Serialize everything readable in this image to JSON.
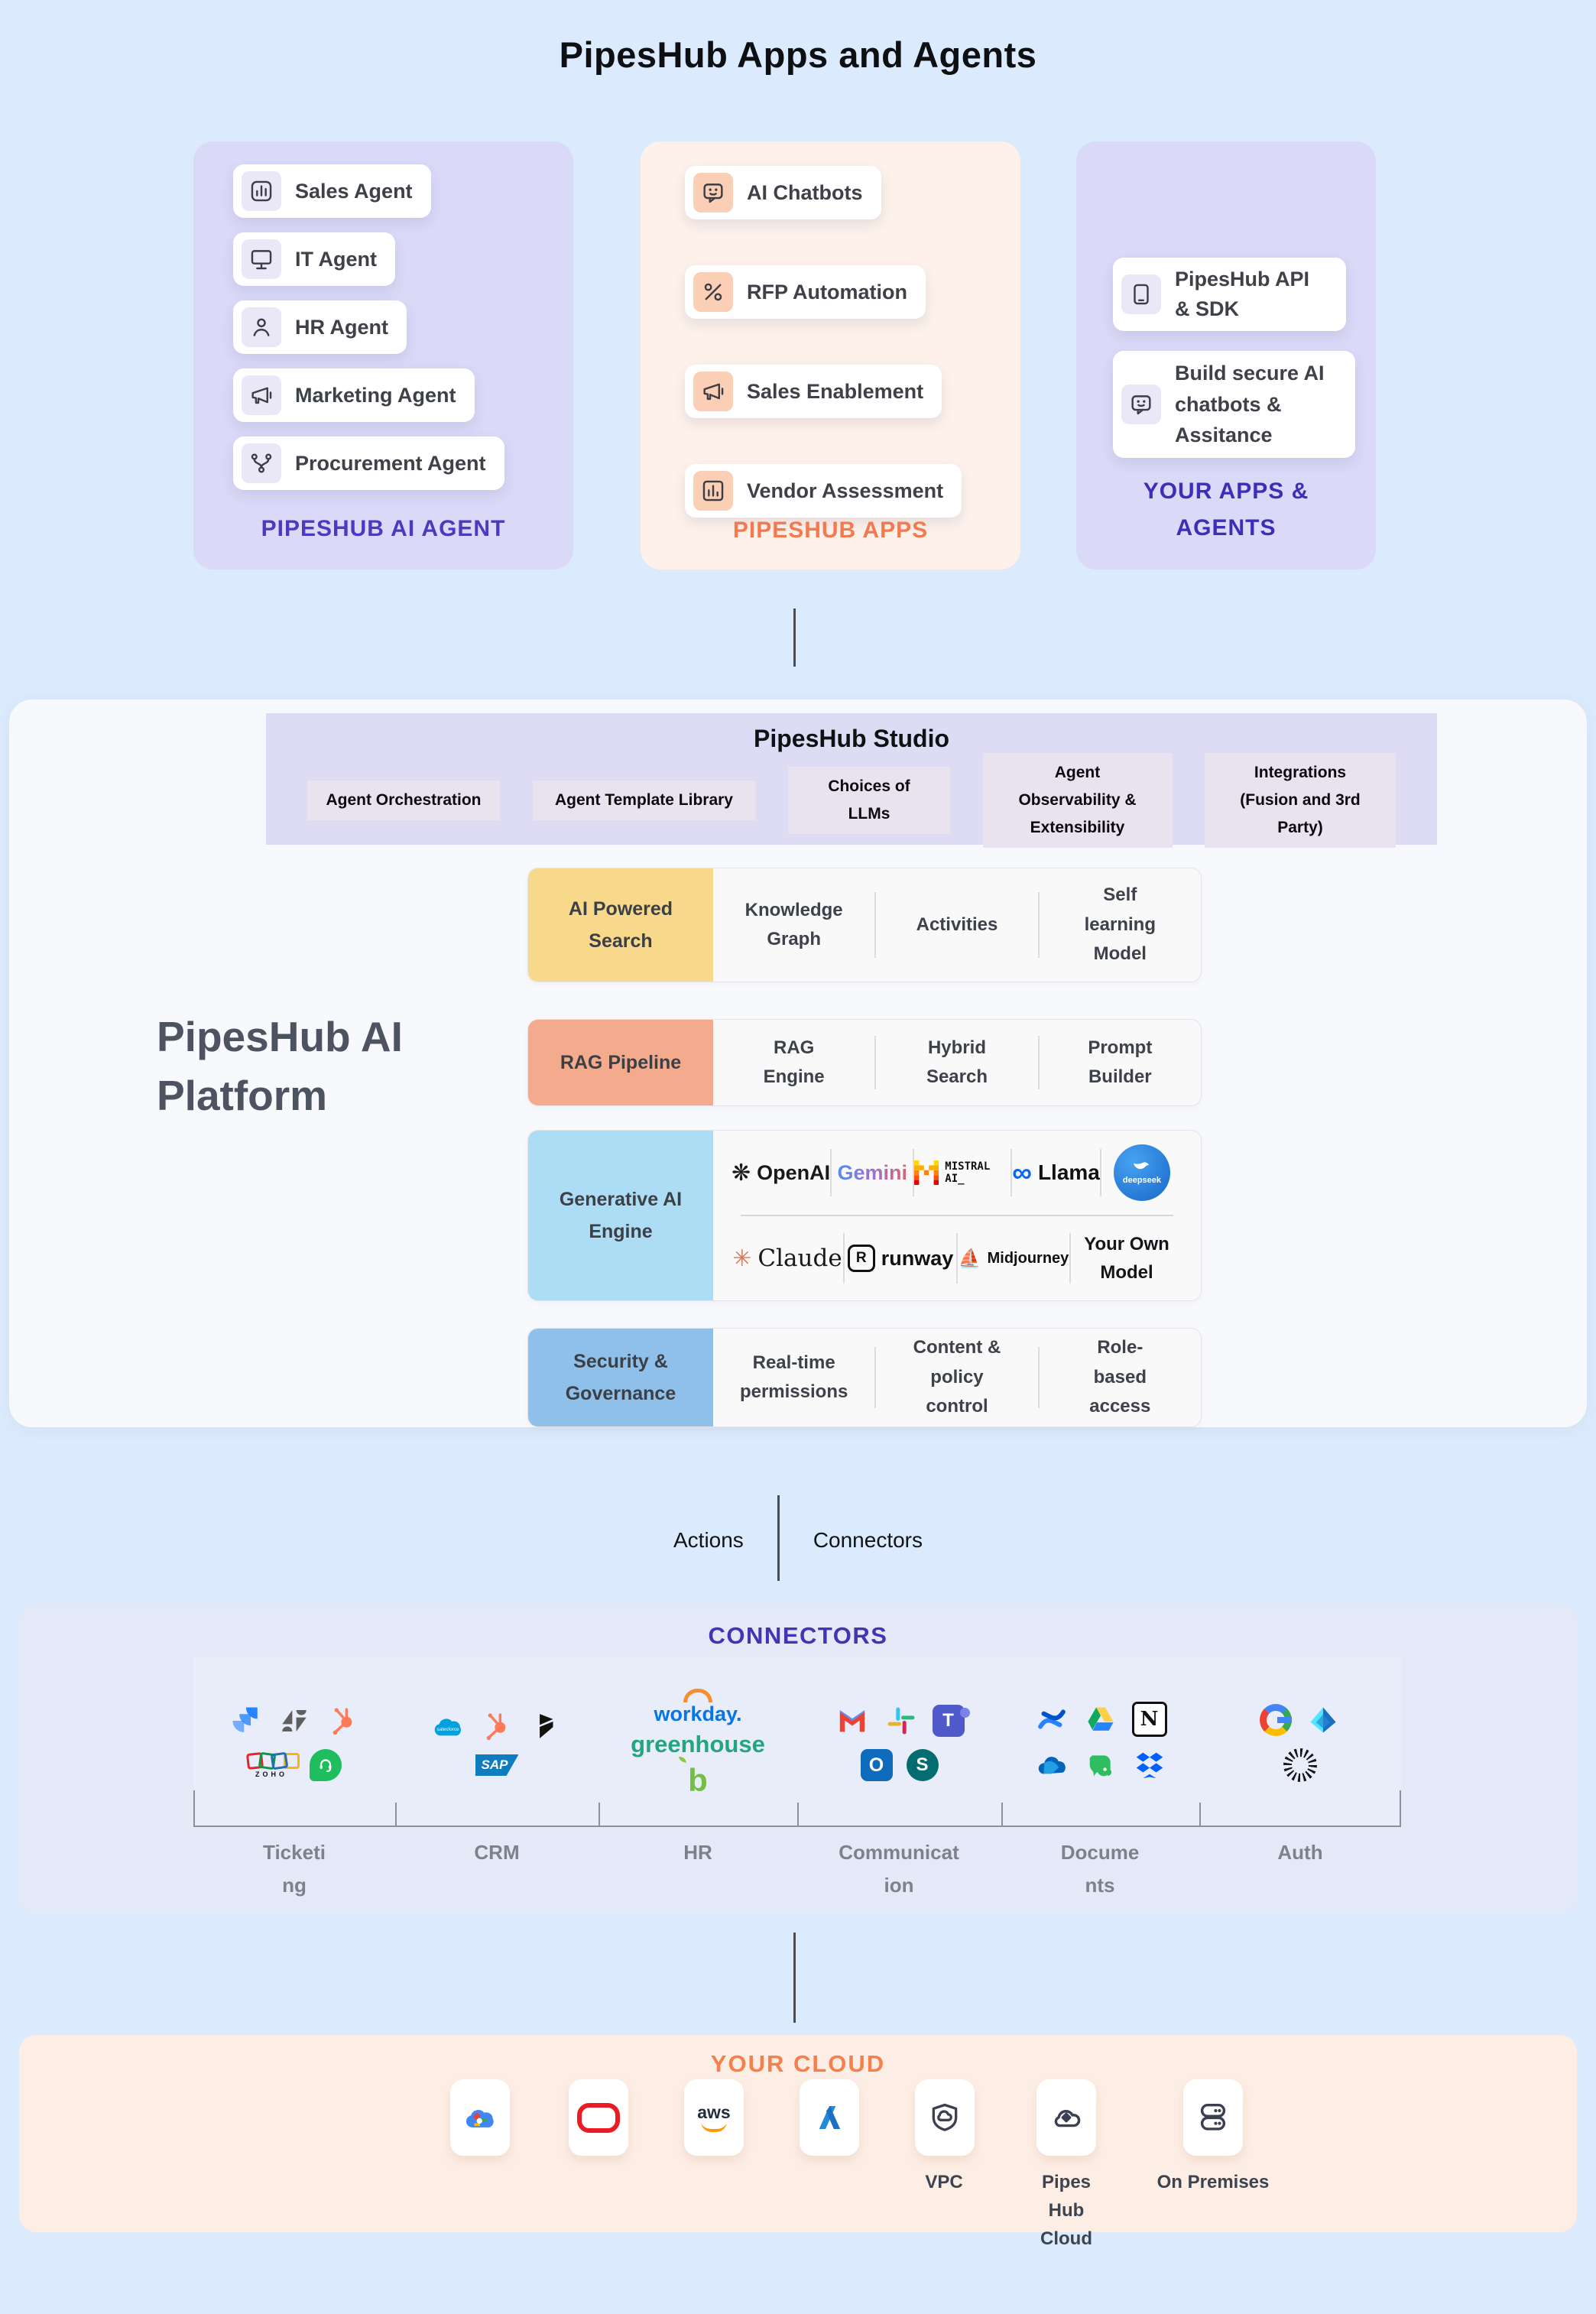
{
  "page": {
    "title": "PipesHub Apps and Agents"
  },
  "colors": {
    "accent_indigo": "#4b3ac0",
    "accent_orange": "#f3794e",
    "accent_purple_title": "#4334b5",
    "row_yellow": "#f8d88a",
    "row_salmon": "#f4aa8c",
    "row_lightblue": "#addcf5",
    "row_blue": "#8fc0ea",
    "page_bg": "#dbeafc",
    "cloud_bg": "#fdeee5"
  },
  "agents": {
    "label": "PIPESHUB AI AGENT",
    "items": [
      {
        "label": "Sales Agent",
        "icon": "sales-agent-icon"
      },
      {
        "label": "IT Agent",
        "icon": "it-agent-icon"
      },
      {
        "label": "HR Agent",
        "icon": "hr-agent-icon"
      },
      {
        "label": "Marketing Agent",
        "icon": "marketing-agent-icon"
      },
      {
        "label": "Procurement Agent",
        "icon": "procurement-agent-icon"
      }
    ]
  },
  "apps": {
    "label": "PIPESHUB APPS",
    "items": [
      {
        "label": "AI Chatbots",
        "icon": "chatbot-icon"
      },
      {
        "label": "RFP Automation",
        "icon": "percent-icon"
      },
      {
        "label": "Sales Enablement",
        "icon": "megaphone-icon"
      },
      {
        "label": "Vendor Assessment",
        "icon": "barchart-icon"
      }
    ]
  },
  "your": {
    "label": "YOUR APPS & AGENTS",
    "items": [
      {
        "label": "PipesHub API & SDK",
        "icon": "tablet-icon"
      },
      {
        "label": "Build secure AI chatbots & Assitance",
        "icon": "chat-smile-icon"
      }
    ]
  },
  "platform": {
    "title": "PipesHub AI Platform",
    "studio": {
      "title": "PipesHub Studio",
      "boxes": [
        "Agent Orchestration",
        "Agent Template Library",
        "Choices of LLMs",
        "Agent Observability & Extensibility",
        "Integrations (Fusion and 3rd Party)"
      ]
    },
    "rows": [
      {
        "label": "AI Powered Search",
        "items": [
          "Knowledge Graph",
          "Activities",
          "Self learning Model"
        ]
      },
      {
        "label": "RAG Pipeline",
        "items": [
          "RAG Engine",
          "Hybrid Search",
          "Prompt Builder"
        ]
      },
      {
        "label": "Generative AI Engine",
        "logos1": [
          "OpenAI",
          "Gemini",
          "MISTRAL AI_",
          "Llama",
          "deepseek"
        ],
        "logos2": [
          "Claude",
          "runway",
          "Midjourney"
        ],
        "own_model": "Your Own Model"
      },
      {
        "label": "Security & Governance",
        "items": [
          "Real-time permissions",
          "Content & policy control",
          "Role-based access"
        ]
      }
    ]
  },
  "bridge": {
    "actions": "Actions",
    "connectors": "Connectors"
  },
  "connectors": {
    "title": "CONNECTORS",
    "groups": [
      {
        "label": "Ticketing",
        "logos": [
          "Jira",
          "Zendesk",
          "HubSpot",
          "Zoho",
          "Freshdesk"
        ]
      },
      {
        "label": "CRM",
        "logos": [
          "Salesforce",
          "HubSpot",
          "Dynamics 365",
          "SAP"
        ]
      },
      {
        "label": "HR",
        "logos": [
          "Workday",
          "Greenhouse",
          "BambooHR"
        ]
      },
      {
        "label": "Communication",
        "logos": [
          "Gmail",
          "Slack",
          "Microsoft Teams",
          "Outlook",
          "SharePoint"
        ]
      },
      {
        "label": "Documents",
        "logos": [
          "Confluence",
          "Google Drive",
          "Notion",
          "OneDrive",
          "Evernote",
          "Dropbox"
        ]
      },
      {
        "label": "Auth",
        "logos": [
          "Google",
          "Azure AD",
          "OneLogin"
        ]
      }
    ],
    "brand_text": {
      "zoho": "ZOHO",
      "sap": "SAP",
      "workday": "workday.",
      "greenhouse": "greenhouse",
      "teams_t": "T",
      "outlook_o": "O",
      "sharepoint_s": "S",
      "notion_n": "N",
      "bamboo_b": "b"
    }
  },
  "cloud": {
    "title": "YOUR CLOUD",
    "aws_text": "aws",
    "items": [
      {
        "name": "Google Cloud",
        "label": ""
      },
      {
        "name": "Oracle",
        "label": ""
      },
      {
        "name": "AWS",
        "label": ""
      },
      {
        "name": "Azure",
        "label": ""
      },
      {
        "name": "VPC",
        "label": "VPC"
      },
      {
        "name": "PipesHub Cloud",
        "label": "PipesHub Cloud"
      },
      {
        "name": "On Premises",
        "label": "On Premises"
      }
    ]
  }
}
